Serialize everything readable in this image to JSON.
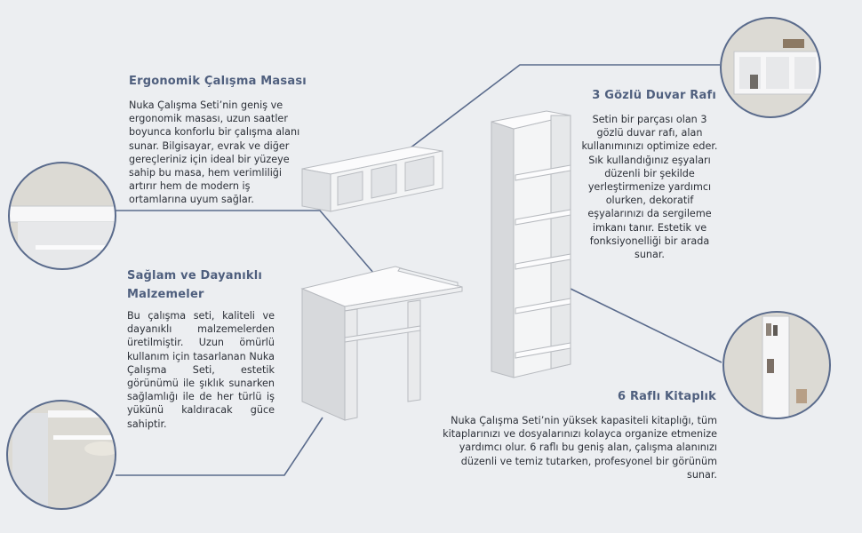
{
  "sections": {
    "desk": {
      "title": "Ergonomik Çalışma Masası",
      "body": "Nuka Çalışma Seti’nin geniş ve ergonomik masası, uzun saatler boyunca konforlu bir çalışma alanı sunar. Bilgisayar, evrak ve diğer gereçleriniz için ideal bir yüzeye sahip bu masa, hem verimliliği artırır hem de modern iş ortamlarına uyum sağlar."
    },
    "material": {
      "title_line1": "Sağlam ve Dayanıklı",
      "title_line2": "Malzemeler",
      "body": "Bu çalışma seti, kaliteli ve dayanıklı malzemelerden üretilmiştir. Uzun ömürlü kullanım için tasarlanan Nuka Çalışma Seti, estetik görünümü ile şıklık sunarken sağlamlığı ile de her türlü iş yükünü kaldıracak güce sahiptir."
    },
    "shelf": {
      "title": "3 Gözlü Duvar Rafı",
      "body": "Setin bir parçası olan 3 gözlü duvar rafı, alan kullanımınızı optimize eder. Sık kullandığınız eşyaları düzenli bir şekilde yerleştirmenize yardımcı olurken, dekoratif eşyalarınızı da sergileme imkanı tanır. Estetik ve fonksiyonelliği bir arada sunar."
    },
    "bookcase": {
      "title": "6 Raflı Kitaplık",
      "body": "Nuka Çalışma Seti’nin yüksek kapasiteli kitaplığı, tüm kitaplarınızı ve dosyalarınızı kolayca organize etmenize yardımcı olur. 6 raflı bu geniş alan, çalışma alanınızı düzenli ve temiz tutarken, profesyonel bir görünüm sunar."
    }
  },
  "colors": {
    "background": "#eceef1",
    "heading": "#4f5f7e",
    "connector": "#5a6b8c",
    "furniture_light": "#f7f7f8",
    "furniture_shade": "#d9dbde"
  }
}
